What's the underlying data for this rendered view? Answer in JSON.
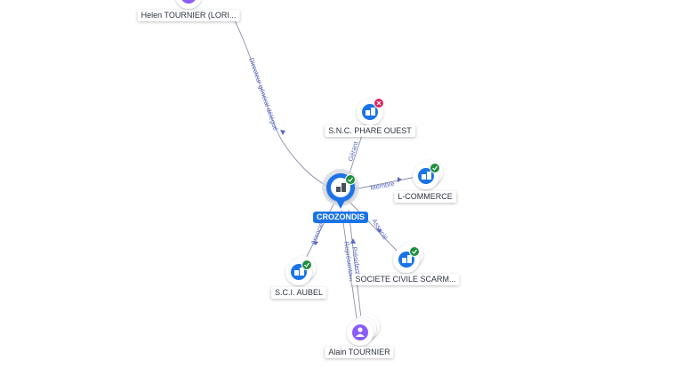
{
  "colors": {
    "company": "#1a73e8",
    "person": "#8b5cf6",
    "active_badge": "#1e8e3e",
    "closed_badge": "#e0245e",
    "edge": "#8a90a8",
    "edge_label": "#5a6ac8"
  },
  "nodes": {
    "helen": {
      "label": "Helen TOURNIER (LORI...",
      "kind": "person",
      "icon": "person-icon"
    },
    "phare": {
      "label": "S.N.C. PHARE OUEST",
      "kind": "company",
      "icon": "building-icon",
      "badge": "closed"
    },
    "crozondis": {
      "label": "CROZONDIS",
      "kind": "company",
      "icon": "building-icon",
      "badge": "active",
      "primary": true
    },
    "lcommerce": {
      "label": "L-COMMERCE",
      "kind": "company",
      "icon": "building-icon",
      "badge": "active"
    },
    "aubel": {
      "label": "S.C.I. AUBEL",
      "kind": "company",
      "icon": "building-icon",
      "badge": "active"
    },
    "scarm": {
      "label": "SOCIETE CIVILE SCARM...",
      "kind": "company",
      "icon": "building-icon",
      "badge": "active"
    },
    "alain": {
      "label": "Alain TOURNIER",
      "kind": "person",
      "icon": "person-icon"
    }
  },
  "edges": {
    "helen_crozondis": {
      "label": "Directeur général délégué"
    },
    "phare_crozondis": {
      "label": "Gérant"
    },
    "crozondis_lcommerce": {
      "label": "Membre"
    },
    "crozondis_aubel": {
      "label": "Associé"
    },
    "crozondis_scarm": {
      "label": "Associé"
    },
    "alain_crozondis_1": {
      "label": "Président"
    },
    "alain_crozondis_2": {
      "label": "Représentant"
    }
  }
}
